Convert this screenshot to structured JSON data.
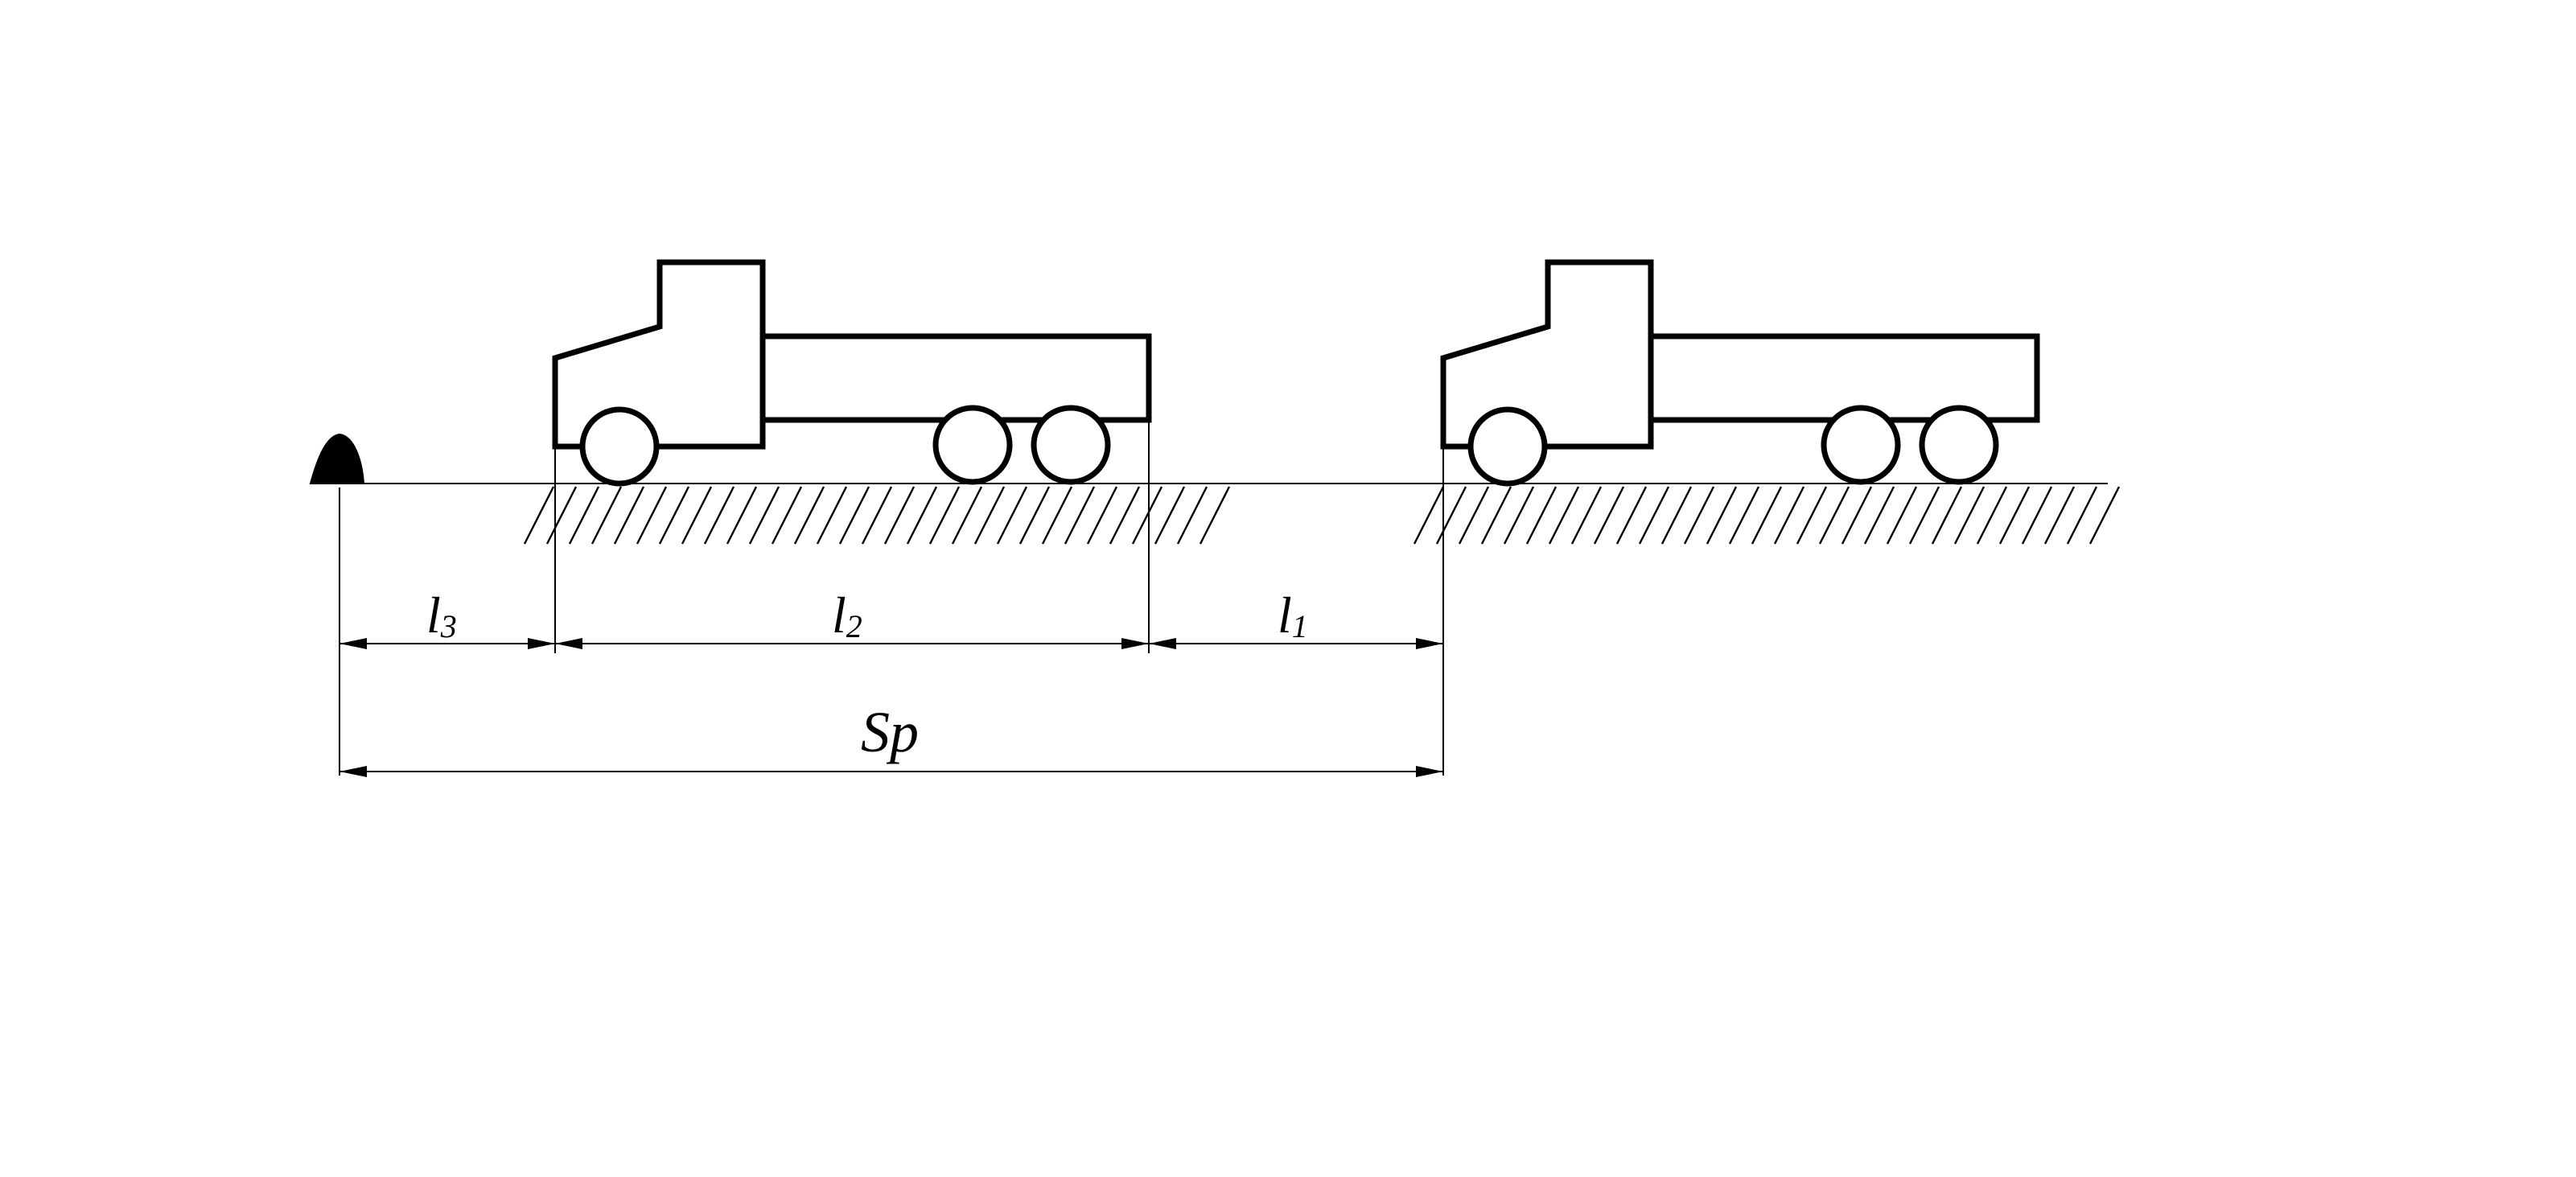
{
  "diagram": {
    "labels": {
      "l3": {
        "main": "l",
        "sub": "3"
      },
      "l2": {
        "main": "l",
        "sub": "2"
      },
      "l1": {
        "main": "l",
        "sub": "1"
      },
      "sp": "Sp"
    },
    "colors": {
      "line": "#000000",
      "background": "#ffffff"
    }
  }
}
